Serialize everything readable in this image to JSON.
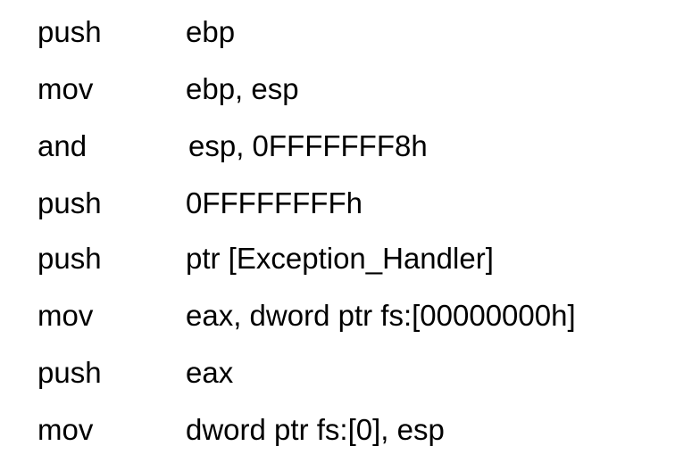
{
  "instructions": [
    {
      "mnemonic": "push",
      "operands": "ebp"
    },
    {
      "mnemonic": "mov",
      "operands": "ebp, esp"
    },
    {
      "mnemonic": "and",
      "operands": "esp, 0FFFFFFF8h"
    },
    {
      "mnemonic": "push",
      "operands": "0FFFFFFFFh"
    },
    {
      "mnemonic": "push",
      "operands": "ptr [Exception_Handler]"
    },
    {
      "mnemonic": "mov",
      "operands": "eax, dword ptr fs:[00000000h]"
    },
    {
      "mnemonic": "push",
      "operands": "eax"
    },
    {
      "mnemonic": "mov",
      "operands": "dword ptr fs:[0], esp"
    }
  ]
}
